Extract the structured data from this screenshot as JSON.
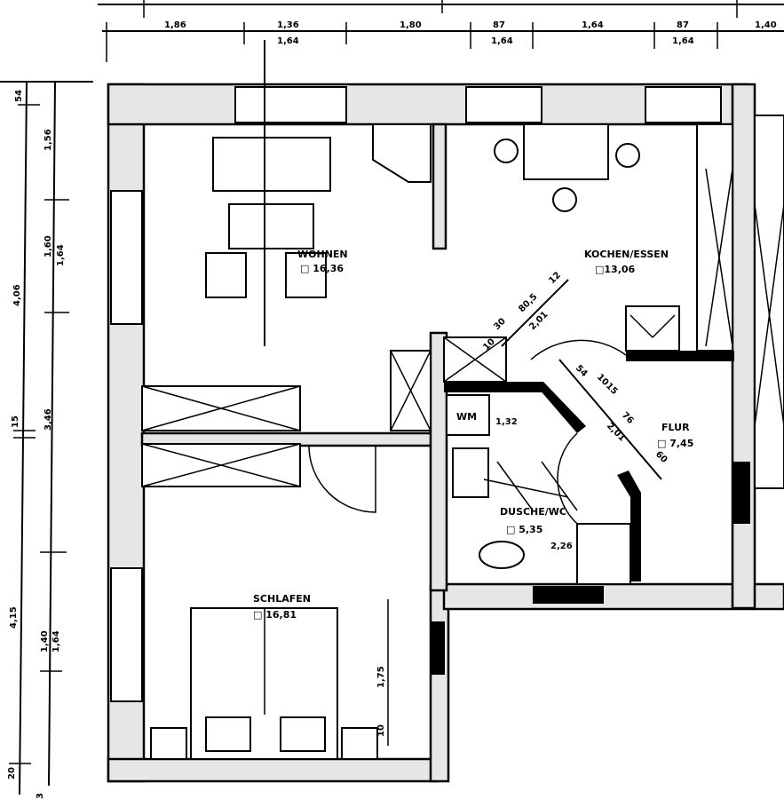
{
  "dimensions": {
    "top_row1": [
      "1,86",
      "1,36",
      "1,80",
      "87",
      "1,64",
      "87",
      "1,40"
    ],
    "top_row2": [
      "1,64",
      "1,64",
      "1,64"
    ],
    "left_outer": [
      "54",
      "4,06",
      "15",
      "4,15",
      "20",
      "3"
    ],
    "left_inner": [
      "1,56",
      "1,60",
      "1,64",
      "3,46",
      "1,40",
      "1,64"
    ],
    "kitchen_diag": [
      "10",
      "30",
      "80,5",
      "2,01",
      "12"
    ],
    "hall_diag": [
      "54",
      "10",
      "15",
      "76",
      "2,01",
      "60"
    ],
    "wm_width": "1,32",
    "bath_width": "2,26",
    "bed_length": "1,75",
    "bed_gap": "10"
  },
  "rooms": {
    "wohnen": {
      "name": "WOHNEN",
      "area": "□ 16,36"
    },
    "kochen": {
      "name": "KOCHEN/ESSEN",
      "area": "□13,06"
    },
    "flur": {
      "name": "FLUR",
      "area": "□ 7,45"
    },
    "dusche": {
      "name": "DUSCHE/WC",
      "area": "□ 5,35"
    },
    "schlafen": {
      "name": "SCHLAFEN",
      "area": "□ 16,81"
    },
    "wm": {
      "name": "WM"
    }
  }
}
